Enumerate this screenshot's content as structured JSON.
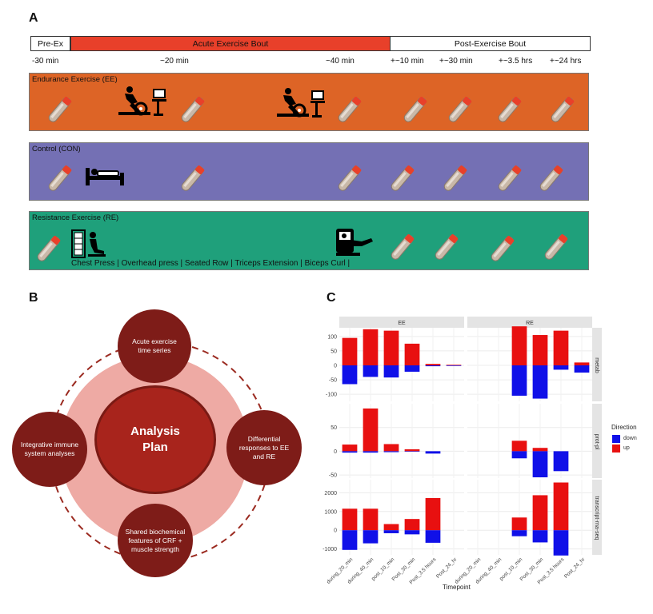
{
  "panel_a": {
    "letter": "A",
    "phases": {
      "pre": "Pre-Ex",
      "acute": "Acute Exercise Bout",
      "post": "Post-Exercise Bout"
    },
    "ticks": [
      "-30 min",
      "~20 min",
      "~40 min",
      "+~10 min",
      "+~30 min",
      "+~3.5 hrs",
      "+~24 hrs"
    ],
    "bands": {
      "ee": "Endurance Exercise (EE)",
      "con": "Control (CON)",
      "re": "Resistance Exercise (RE)"
    },
    "re_exercises": "Chest Press | Overhead press | Seated Row | Triceps Extension | Biceps Curl |",
    "colors": {
      "ee": "#dd6426",
      "con": "#7470b4",
      "re": "#1fa07b",
      "acute": "#e8402a"
    }
  },
  "panel_b": {
    "letter": "B",
    "center": "Analysis Plan",
    "top": "Acute exercise time series",
    "right": "Differential responses to EE and RE",
    "bottom": "Shared biochemical features of CRF + muscle strength",
    "left": "Integrative immune system analyses"
  },
  "panel_c": {
    "letter": "C",
    "chart_data": {
      "type": "bar",
      "facet_cols": [
        "EE",
        "RE"
      ],
      "facet_rows": [
        "metab",
        "prot-pl",
        "transcript-rna-seq"
      ],
      "categories": [
        "during_20_min",
        "during_40_min",
        "post_10_min",
        "Post_30_min",
        "Post_3.5 hours",
        "Post_24_hr"
      ],
      "xlabel": "Timepoint",
      "legend": {
        "title": "Direction",
        "entries": [
          "down",
          "up"
        ],
        "colors": [
          "#1010e8",
          "#e81010"
        ],
        "placement": "right"
      },
      "rows": [
        {
          "name": "metab",
          "ylim": [
            -130,
            130
          ],
          "ticks": [
            100,
            50,
            0,
            -50,
            -100
          ],
          "EE": {
            "up": [
              95,
              125,
              120,
              75,
              5,
              2
            ],
            "down": [
              -65,
              -40,
              -42,
              -22,
              -3,
              -2
            ]
          },
          "RE": {
            "up": [
              0,
              0,
              135,
              105,
              120,
              10
            ],
            "down": [
              0,
              0,
              -105,
              -115,
              -15,
              -25
            ]
          }
        },
        {
          "name": "prot-pl",
          "ylim": [
            -60,
            100
          ],
          "ticks": [
            50,
            0,
            -50
          ],
          "EE": {
            "up": [
              14,
              90,
              15,
              4,
              0,
              0
            ],
            "down": [
              -3,
              -3,
              -2,
              -1,
              -5,
              0
            ]
          },
          "RE": {
            "up": [
              0,
              0,
              22,
              7,
              0,
              0
            ],
            "down": [
              0,
              0,
              -15,
              -55,
              -42,
              0
            ]
          }
        },
        {
          "name": "transcript-rna-seq",
          "ylim": [
            -1400,
            2700
          ],
          "ticks": [
            2000,
            1000,
            0,
            -1000
          ],
          "EE": {
            "up": [
              1150,
              1150,
              330,
              600,
              1720,
              0
            ],
            "down": [
              -1050,
              -700,
              -160,
              -220,
              -670,
              0
            ]
          },
          "RE": {
            "up": [
              0,
              0,
              680,
              1870,
              2550,
              0
            ],
            "down": [
              0,
              0,
              -320,
              -650,
              -1350,
              0
            ]
          }
        }
      ]
    }
  }
}
